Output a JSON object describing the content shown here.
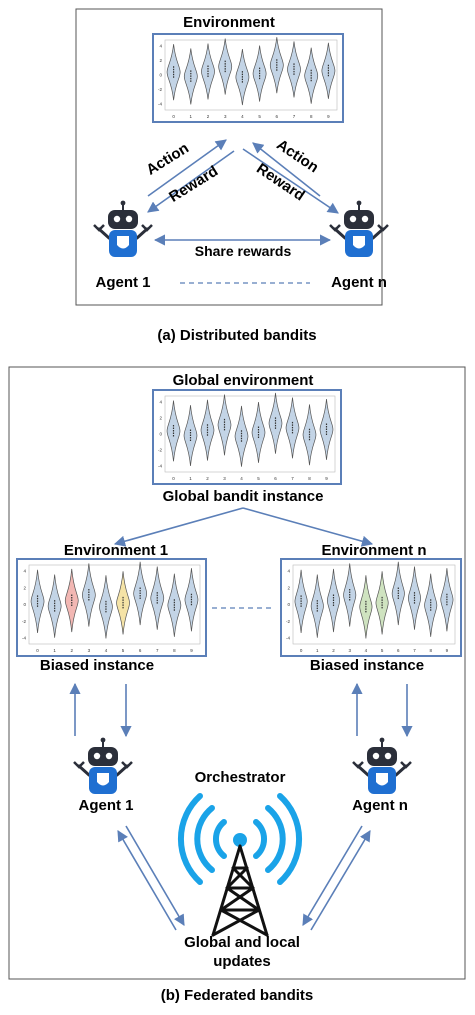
{
  "panel_a": {
    "environment_title": "Environment",
    "action_left": "Action",
    "reward_left": "Reward",
    "action_right": "Action",
    "reward_right": "Reward",
    "share_rewards": "Share rewards",
    "agent_1": "Agent 1",
    "agent_n": "Agent n",
    "caption": "(a) Distributed bandits"
  },
  "panel_b": {
    "global_env_title": "Global environment",
    "global_instance_label": "Global bandit instance",
    "env_1_title": "Environment 1",
    "env_n_title": "Environment n",
    "biased_1": "Biased instance",
    "biased_n": "Biased instance",
    "agent_1": "Agent 1",
    "agent_n": "Agent n",
    "orchestrator": "Orchestrator",
    "updates_line1": "Global and local",
    "updates_line2": "updates",
    "caption": "(b) Federated bandits"
  },
  "violin_x_ticks": [
    "0",
    "1",
    "2",
    "3",
    "4",
    "5",
    "6",
    "7",
    "8",
    "9"
  ],
  "violin_y_ticks": [
    "4",
    "2",
    "0",
    "-2",
    "-4"
  ],
  "violin_means": [
    0.4,
    -0.2,
    0.5,
    1.2,
    -0.3,
    0.2,
    1.4,
    0.8,
    -0.1,
    0.6
  ],
  "colors": {
    "accent_blue": "#5b7fb8",
    "violin_fill": "#c3d4e6",
    "robot_blue": "#1f6fd1",
    "robot_dark": "#2b2f3a",
    "signal_blue": "#1aa3e8",
    "biased_red": "#f2b7b3",
    "biased_yellow": "#f5e3a6",
    "biased_green": "#cfe3c0"
  },
  "icons": [
    "robot-icon",
    "signal-tower-icon"
  ]
}
